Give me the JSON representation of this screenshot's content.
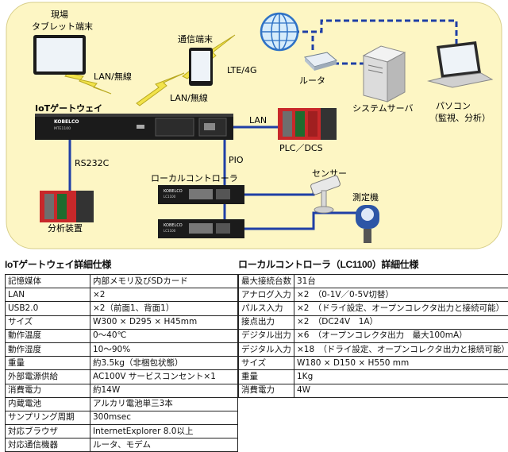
{
  "diagram": {
    "tablet_label_1": "現場",
    "tablet_label_2": "タブレット端末",
    "comm_label": "通信端末",
    "lte_label": "LTE/4G",
    "lan_wireless_1": "LAN/無線",
    "lan_wireless_2": "LAN/無線",
    "router_label": "ルータ",
    "server_label": "システムサーバ",
    "pc_label_1": "パソコン",
    "pc_label_2": "（監視、分析）",
    "gateway_label": "IoTゲートウェイ",
    "gateway_brand": "KOBELCO",
    "gateway_model": "MTE1100",
    "controller_brand": "KOBELCO",
    "controller_model": "LC1100",
    "lan_label": "LAN",
    "plc_label": "PLC／DCS",
    "rs232c_label": "RS232C",
    "pio_label": "PIO",
    "local_controller_label": "ローカルコントローラ",
    "sensor_label": "センサー",
    "meter_label": "測定機",
    "analyzer_label": "分析装置"
  },
  "gateway_spec": {
    "title": "IoTゲートウェイ詳細仕様",
    "rows": [
      [
        "記憶媒体",
        "内部メモリ及びSDカード"
      ],
      [
        "LAN",
        "×2"
      ],
      [
        "USB2.0",
        "×2（前面1、背面1）"
      ],
      [
        "サイズ",
        "W300 × D295 × H45mm"
      ],
      [
        "動作温度",
        "0～40℃"
      ],
      [
        "動作湿度",
        "10～90%"
      ],
      [
        "重量",
        "約3.5kg（非梱包状態）"
      ],
      [
        "外部電源供給",
        "AC100V サービスコンセント×1"
      ],
      [
        "消費電力",
        "約14W"
      ],
      [
        "内蔵電池",
        "アルカリ電池単三3本"
      ],
      [
        "サンプリング周期",
        "300msec"
      ],
      [
        "対応ブラウザ",
        "InternetExplorer 8.0以上"
      ],
      [
        "対応通信機器",
        "ルータ、モデム"
      ]
    ]
  },
  "controller_spec": {
    "title": "ローカルコントローラ（LC1100）詳細仕様",
    "rows": [
      [
        "最大接続台数",
        "31台"
      ],
      [
        "アナログ入力",
        "×2　（0-1V／0-5V切替）"
      ],
      [
        "パルス入力",
        "×2　（ドライ設定、オープンコレクタ出力と接続可能）"
      ],
      [
        "接点出力",
        "×2　（DC24V　1A）"
      ],
      [
        "デジタル出力",
        "×6　（オープンコレクタ出力　最大100mA）"
      ],
      [
        "デジタル入力",
        "×18　（ドライ設定、オープンコレクタ出力と接続可能）"
      ],
      [
        "サイズ",
        "W180 × D150 × H550 mm"
      ],
      [
        "重量",
        "1Kg"
      ],
      [
        "消費電力",
        "4W"
      ]
    ]
  },
  "colors": {
    "background_panel": "#fdf6c4",
    "panel_border": "#d8cf8a",
    "lightning": "#f2e34a",
    "cable_blue": "#1f3fa6",
    "plc_red": "#c8282a"
  }
}
